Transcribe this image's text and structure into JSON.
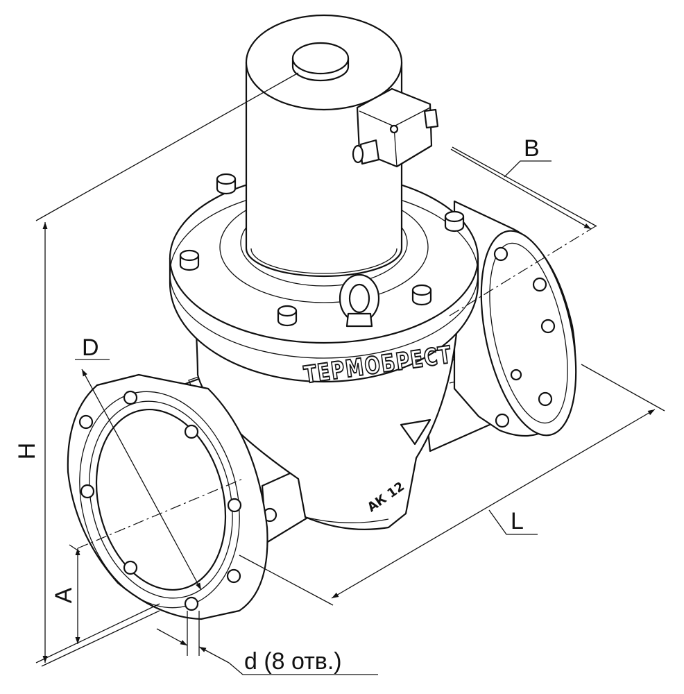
{
  "labels": {
    "H": "H",
    "B": "B",
    "D": "D",
    "L": "L",
    "A": "A",
    "d": "d (8 отв.)"
  },
  "brand": "ТЕРМОБРЕСТ",
  "casting_mark": "АК 12"
}
